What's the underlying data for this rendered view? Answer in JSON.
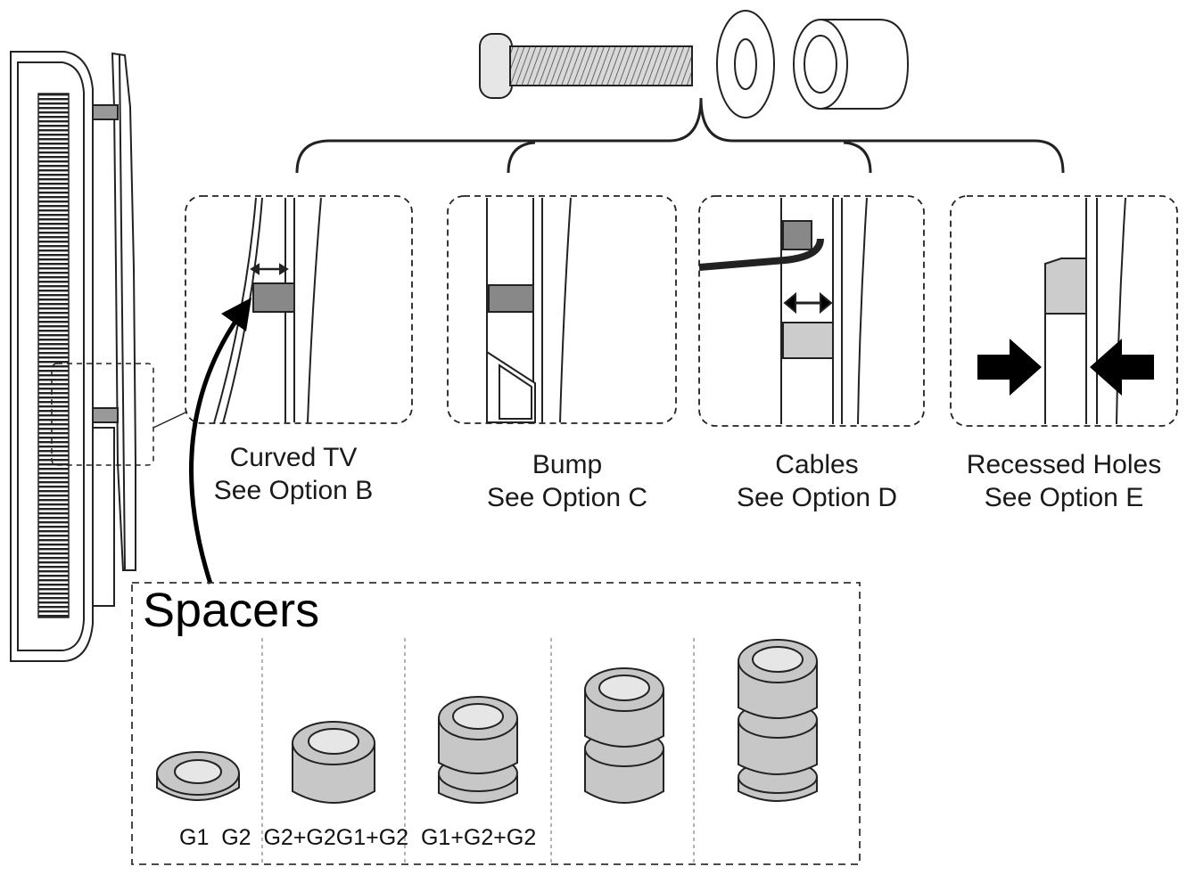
{
  "options": [
    {
      "line1": "Curved TV",
      "line2": "See Option B"
    },
    {
      "line1": "Bump",
      "line2": "See Option C"
    },
    {
      "line1": "Cables",
      "line2": "See Option D"
    },
    {
      "line1": "Recessed Holes",
      "line2": "See Option E"
    }
  ],
  "spacers": {
    "title": "Spacers",
    "codes_text": "G1  G2  G2+G2G1+G2  G1+G2+G2"
  }
}
